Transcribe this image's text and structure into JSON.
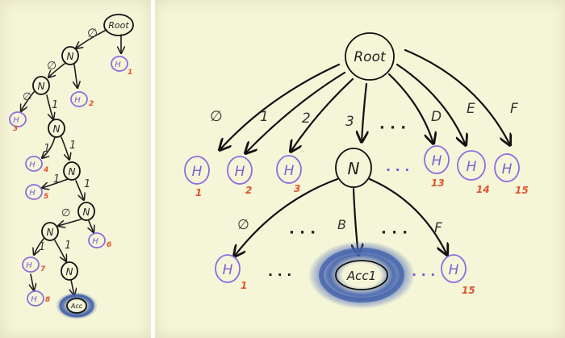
{
  "left": {
    "root_label": "Root",
    "n_label": "N",
    "h_label": "H",
    "acc_label": "Acc",
    "edges": [
      "∅",
      "∅",
      "∅",
      "1",
      "1",
      "1",
      "1",
      "1",
      "∅",
      "1",
      "1"
    ],
    "indices": [
      "1",
      "2",
      "3",
      "4",
      "5",
      "6",
      "7",
      "8"
    ]
  },
  "right": {
    "root_label": "Root",
    "n_label": "N",
    "h_label": "H",
    "acc_label": "Acc1",
    "top_edges": [
      "∅",
      "1",
      "2",
      "3",
      "D",
      "E",
      "F"
    ],
    "top_indices": [
      "1",
      "2",
      "3",
      "13",
      "14",
      "15"
    ],
    "bottom_edges": [
      "∅",
      "B",
      "F"
    ],
    "bottom_indices": [
      "1",
      "15"
    ],
    "dots": "· · ·"
  },
  "colors": {
    "background": "#f5f5d8",
    "leaf": "#8b6de0",
    "index": "#e0542e",
    "highlight": "#3f5fa8"
  }
}
